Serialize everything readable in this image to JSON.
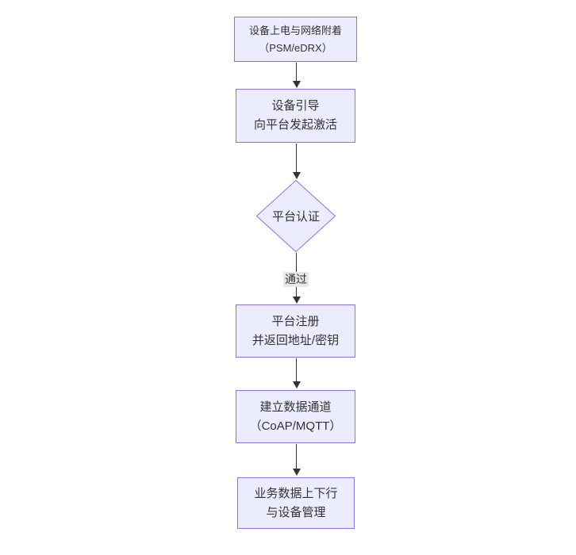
{
  "diagram": {
    "type": "flowchart-top-down",
    "colors": {
      "node_fill": "#ECECFF",
      "node_border": "#9370DB",
      "text": "#333333",
      "edge": "#333333",
      "edge_label_bg": "#e8e8e8",
      "background": "#ffffff"
    },
    "nodes": [
      {
        "id": "n1",
        "shape": "rect",
        "lines": [
          "设备上电与网络附着",
          "（PSM/eDRX）"
        ]
      },
      {
        "id": "n2",
        "shape": "rect",
        "lines": [
          "设备引导",
          "向平台发起激活"
        ]
      },
      {
        "id": "n3",
        "shape": "diamond",
        "lines": [
          "平台认证"
        ]
      },
      {
        "id": "n4",
        "shape": "rect",
        "lines": [
          "平台注册",
          "并返回地址/密钥"
        ]
      },
      {
        "id": "n5",
        "shape": "rect",
        "lines": [
          "建立数据通道",
          "（CoAP/MQTT）"
        ]
      },
      {
        "id": "n6",
        "shape": "rect",
        "lines": [
          "业务数据上下行",
          "与设备管理"
        ]
      }
    ],
    "edges": [
      {
        "from": "n1",
        "to": "n2",
        "label": ""
      },
      {
        "from": "n2",
        "to": "n3",
        "label": ""
      },
      {
        "from": "n3",
        "to": "n4",
        "label": "通过"
      },
      {
        "from": "n4",
        "to": "n5",
        "label": ""
      },
      {
        "from": "n5",
        "to": "n6",
        "label": ""
      }
    ]
  }
}
